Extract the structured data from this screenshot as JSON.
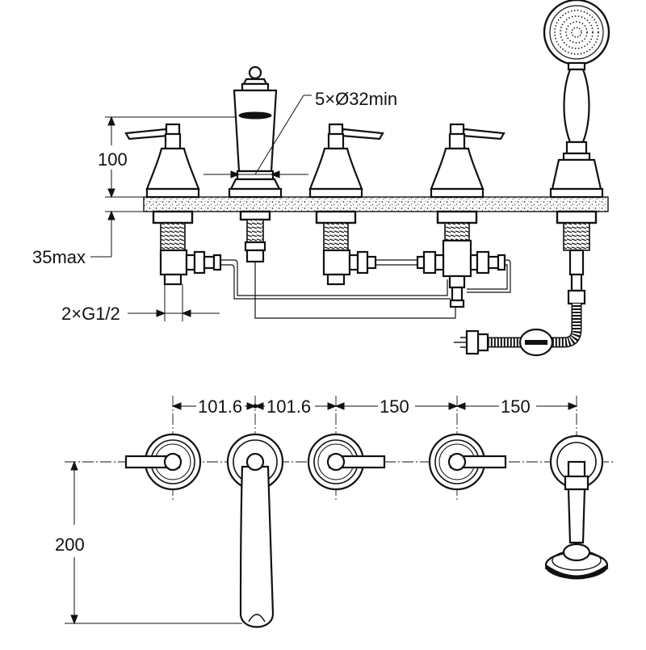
{
  "labels": {
    "height_100": "100",
    "hole_spec": "5×Ø32min",
    "deck_35max": "35max",
    "inlet_spec": "2×G1/2",
    "spacing_1": "101.6",
    "spacing_2": "101.6",
    "spacing_3": "150",
    "spacing_4": "150",
    "depth_200": "200"
  },
  "colors": {
    "ink": "#111111",
    "paper": "#ffffff"
  }
}
